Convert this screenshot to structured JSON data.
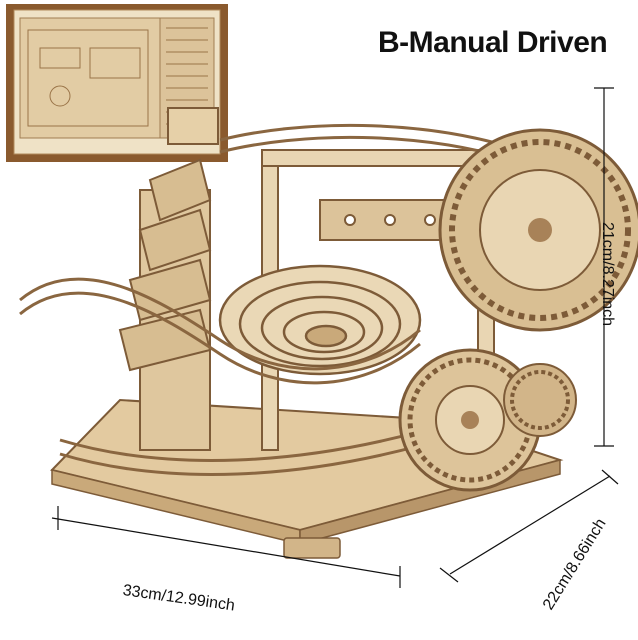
{
  "header": {
    "title": "B-Manual Driven"
  },
  "dimensions": {
    "width": "33cm/12.99inch",
    "depth": "22cm/8.66inch",
    "height": "21cm/8.27inch"
  },
  "colors": {
    "wood_light": "#e9d6b3",
    "wood_mid": "#d7bd91",
    "wood_dark": "#a88258",
    "outline": "#7d5b38",
    "box_brown": "#8a5a2e",
    "dimension_line": "#111111"
  }
}
